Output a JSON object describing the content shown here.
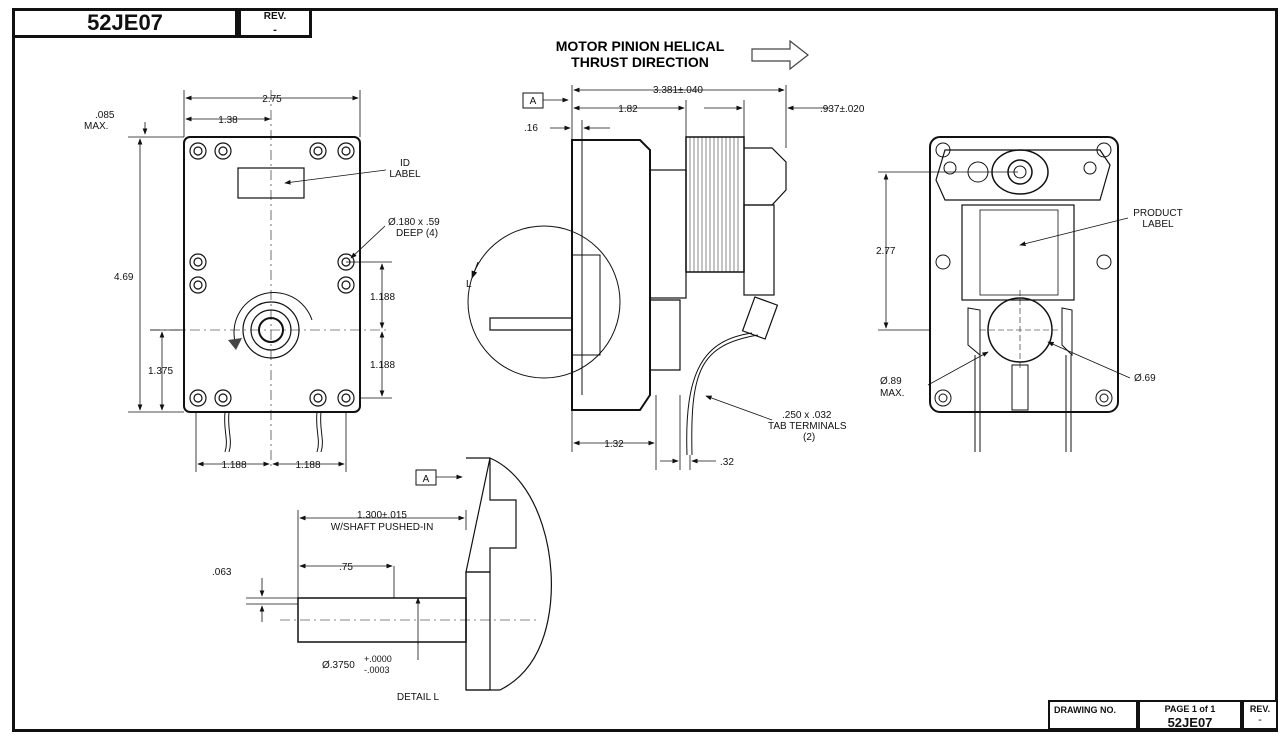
{
  "title_block": {
    "part_number": "52JE07",
    "rev_label": "REV.",
    "rev_value": "-",
    "drawing_no_label": "DRAWING NO.",
    "page_label": "PAGE  1  of  1",
    "drawing_no_value": "52JE07",
    "rev_label_bottom": "REV.",
    "rev_value_bottom": "-"
  },
  "heading": {
    "line1": "MOTOR PINION HELICAL",
    "line2": "THRUST DIRECTION"
  },
  "front_view": {
    "dim_width": "2.75",
    "dim_half": "1.38",
    "dim_top_offset": ".085",
    "dim_top_offset_note": "MAX.",
    "dim_height": "4.69",
    "dim_shaft_height": "1.375",
    "dim_upper_188": "1.188",
    "dim_lower_188": "1.188",
    "dim_bottom_left": "1.188",
    "dim_bottom_right": "1.188",
    "id_label_1": "ID",
    "id_label_2": "LABEL",
    "hole_note_1": "Ø.180 x .59",
    "hole_note_2": "DEEP (4)"
  },
  "side_view": {
    "datum": "A",
    "dim_overall": "3.381±.040",
    "dim_182": "1.82",
    "dim_937": ".937±.020",
    "dim_16": ".16",
    "dim_132": "1.32",
    "dim_32": ".32",
    "tab_note_1": ".250 x .032",
    "tab_note_2": "TAB TERMINALS",
    "tab_note_3": "(2)",
    "detail_callout": "L"
  },
  "rear_view": {
    "dim_277": "2.77",
    "product_label_1": "PRODUCT",
    "product_label_2": "LABEL",
    "dia_89": "Ø.89",
    "dia_89_note": "MAX.",
    "dia_69": "Ø.69"
  },
  "detail": {
    "datum": "A",
    "dim_1300": "1.300±.015",
    "dim_1300_note": "W/SHAFT PUSHED-IN",
    "dim_75": ".75",
    "dim_063": ".063",
    "dim_shaft": "Ø.3750",
    "tol_plus": "+.0000",
    "tol_minus": "-.0003",
    "title": "DETAIL L"
  }
}
